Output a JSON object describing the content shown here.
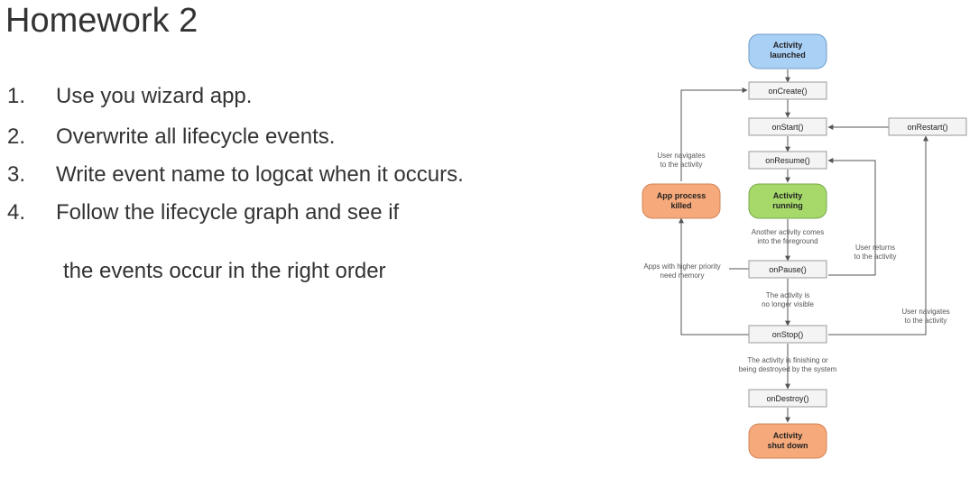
{
  "slide": {
    "title": "Homework 2",
    "tasks": [
      {
        "number": "1.",
        "text": "Use you wizard app."
      },
      {
        "number": "2.",
        "text": "Overwrite all lifecycle events."
      },
      {
        "number": "3.",
        "text": "Write event name to logcat when it occurs."
      },
      {
        "number": "4.",
        "text": "Follow the lifecycle graph and see if"
      }
    ],
    "continuation": "the events occur in the right order"
  },
  "diagram": {
    "states": {
      "launched": [
        "Activity",
        "launched"
      ],
      "running": [
        "Activity",
        "running"
      ],
      "killed": [
        "App process",
        "killed"
      ],
      "shut_down": [
        "Activity",
        "shut down"
      ]
    },
    "methods": {
      "on_create": "onCreate()",
      "on_start": "onStart()",
      "on_resume": "onResume()",
      "on_pause": "onPause()",
      "on_stop": "onStop()",
      "on_destroy": "onDestroy()",
      "on_restart": "onRestart()"
    },
    "notes": {
      "user_navigates_to_activity": [
        "User navigates",
        "to the activity"
      ],
      "another_activity": [
        "Another activity comes",
        "into the foreground"
      ],
      "user_returns": [
        "User returns",
        "to the activity"
      ],
      "higher_priority": [
        "Apps with higher priority",
        "need memory"
      ],
      "no_longer_visible": [
        "The activity is",
        "no longer visible"
      ],
      "user_navigates_right": [
        "User navigates",
        "to the activity"
      ],
      "finishing": [
        "The activity is finishing or",
        "being destroyed by the system"
      ]
    },
    "colors": {
      "launched_fill": "#a9d0f5",
      "running_fill": "#a6d96a",
      "killed_fill": "#f6a97a",
      "shut_down_fill": "#f6a97a",
      "method_fill": "#f4f4f4",
      "line": "#555555"
    }
  }
}
